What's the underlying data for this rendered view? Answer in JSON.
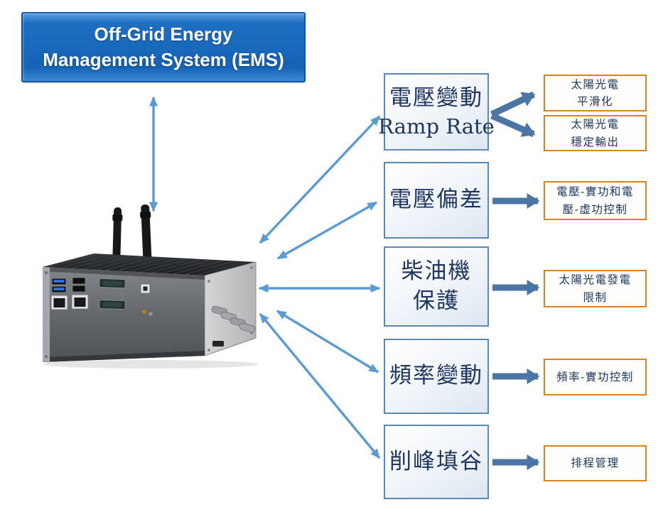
{
  "title_box": {
    "line1": "Off-Grid Energy",
    "line2": "Management System (EMS)"
  },
  "device_icon": "embedded-ems-controller-with-antennas",
  "functions": [
    {
      "label_lines": [
        "電壓變動",
        "Ramp Rate"
      ],
      "outputs": [
        {
          "lines": [
            "太陽光電",
            "平滑化"
          ]
        },
        {
          "lines": [
            "太陽光電",
            "穩定輸出"
          ]
        }
      ]
    },
    {
      "label_lines": [
        "電壓偏差"
      ],
      "outputs": [
        {
          "lines": [
            "電壓-實功和電",
            "壓-虛功控制"
          ]
        }
      ]
    },
    {
      "label_lines": [
        "柴油機",
        "保護"
      ],
      "outputs": [
        {
          "lines": [
            "太陽光電發電",
            "限制"
          ]
        }
      ]
    },
    {
      "label_lines": [
        "頻率變動"
      ],
      "outputs": [
        {
          "lines": [
            "頻率-實功控制"
          ]
        }
      ]
    },
    {
      "label_lines": [
        "削峰填谷"
      ],
      "outputs": [
        {
          "lines": [
            "排程管理"
          ]
        }
      ]
    }
  ],
  "colors": {
    "title_bg": "#1b6cc0",
    "title_text": "#ffffff",
    "function_border": "#5b89b4",
    "function_text": "#1e3560",
    "output_border": "#e0821c",
    "output_text": "#17365d",
    "thin_arrow": "#5b9bd5",
    "thick_arrow": "#4a75a5"
  }
}
